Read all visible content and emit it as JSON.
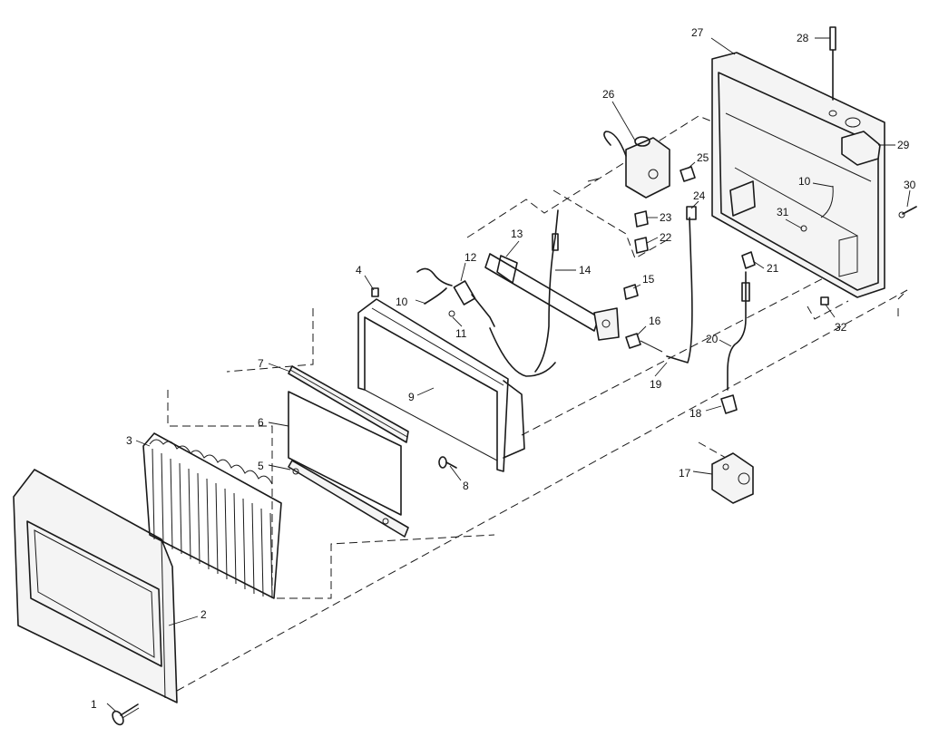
{
  "callouts": [
    {
      "id": "p1",
      "text": "1"
    },
    {
      "id": "p2",
      "text": "2"
    },
    {
      "id": "p3",
      "text": "3"
    },
    {
      "id": "p4",
      "text": "4"
    },
    {
      "id": "p5",
      "text": "5"
    },
    {
      "id": "p6",
      "text": "6"
    },
    {
      "id": "p7",
      "text": "7"
    },
    {
      "id": "p8",
      "text": "8"
    },
    {
      "id": "p9",
      "text": "9"
    },
    {
      "id": "p10a",
      "text": "10"
    },
    {
      "id": "p10b",
      "text": "10"
    },
    {
      "id": "p11",
      "text": "11"
    },
    {
      "id": "p12",
      "text": "12"
    },
    {
      "id": "p13",
      "text": "13"
    },
    {
      "id": "p14",
      "text": "14"
    },
    {
      "id": "p15",
      "text": "15"
    },
    {
      "id": "p16",
      "text": "16"
    },
    {
      "id": "p17",
      "text": "17"
    },
    {
      "id": "p18",
      "text": "18"
    },
    {
      "id": "p19",
      "text": "19"
    },
    {
      "id": "p20",
      "text": "20"
    },
    {
      "id": "p21",
      "text": "21"
    },
    {
      "id": "p22",
      "text": "22"
    },
    {
      "id": "p23",
      "text": "23"
    },
    {
      "id": "p24",
      "text": "24"
    },
    {
      "id": "p25",
      "text": "25"
    },
    {
      "id": "p26",
      "text": "26"
    },
    {
      "id": "p27",
      "text": "27"
    },
    {
      "id": "p28",
      "text": "28"
    },
    {
      "id": "p29",
      "text": "29"
    },
    {
      "id": "p30",
      "text": "30"
    },
    {
      "id": "p31",
      "text": "31"
    },
    {
      "id": "p32",
      "text": "32"
    }
  ],
  "colors": {
    "line": "#1a1a1a",
    "background": "#ffffff"
  }
}
